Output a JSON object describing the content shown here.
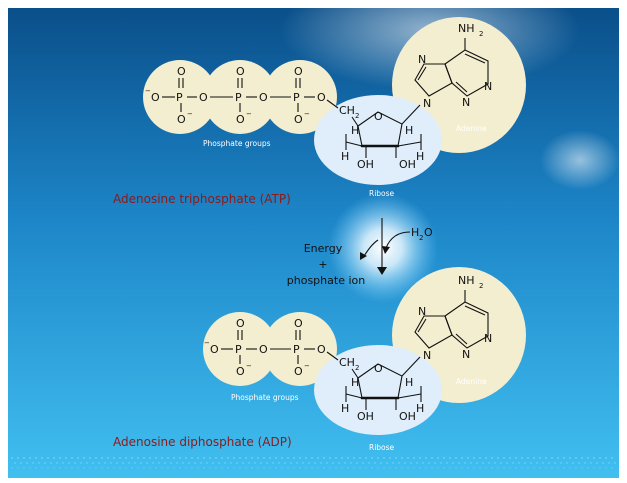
{
  "atp": {
    "name": "Adenosine triphosphate (ATP)",
    "phosphate_caption": "Phosphate groups",
    "adenine_caption": "Adenine",
    "ribose_caption": "Ribose"
  },
  "adp": {
    "name": "Adenosine diphosphate (ADP)",
    "phosphate_caption": "Phosphate groups",
    "adenine_caption": "Adenine",
    "ribose_caption": "Ribose"
  },
  "reaction": {
    "water_h": "H",
    "water_sub": "2",
    "water_o": "O",
    "energy": "Energy",
    "plus": "+",
    "phosphate_ion": "phosphate ion"
  },
  "atoms": {
    "P": "P",
    "O": "O",
    "minus": "−",
    "N": "N",
    "NH": "NH",
    "sub2": "2",
    "CH": "CH",
    "H": "H",
    "OH": "OH"
  },
  "colors": {
    "background_top": "#0a4f8a",
    "background_bottom": "#41bff0",
    "group_fill": "#f3eed0",
    "ribose_fill": "#dfeefa",
    "title_red": "#8b1a1a"
  }
}
